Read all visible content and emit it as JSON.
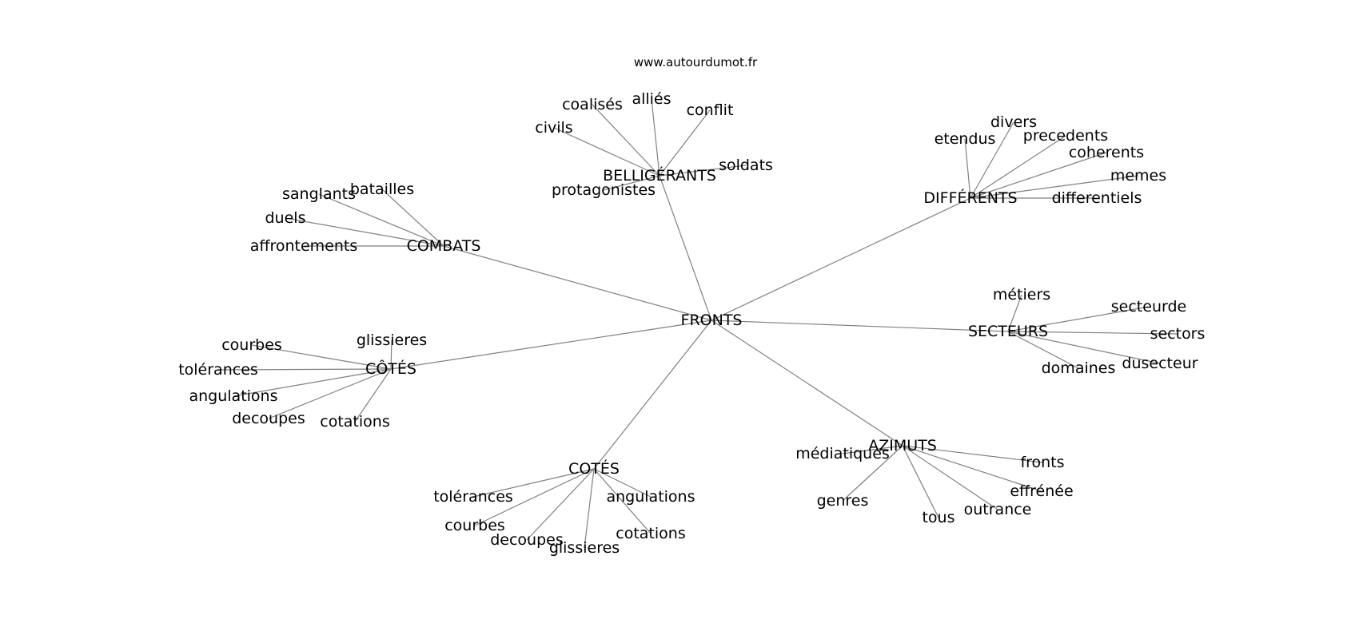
{
  "source_label": "www.autourdumot.fr",
  "edge_color": "#808080",
  "graph": {
    "root": "FRONTS",
    "groups": [
      {
        "name": "BELLIGÉRANTS",
        "words": [
          "civils",
          "coalisés",
          "alliés",
          "conflit",
          "soldats",
          "protagonistes"
        ]
      },
      {
        "name": "DIFFÉRENTS",
        "words": [
          "etendus",
          "divers",
          "precedents",
          "coherents",
          "memes",
          "differentiels"
        ]
      },
      {
        "name": "COMBATS",
        "words": [
          "sanglants",
          "batailles",
          "duels",
          "affrontements"
        ]
      },
      {
        "name": "SECTEURS",
        "words": [
          "métiers",
          "secteurde",
          "sectors",
          "dusecteur",
          "domaines"
        ]
      },
      {
        "name": "CÔTÉS",
        "words": [
          "courbes",
          "glissieres",
          "tolérances",
          "angulations",
          "decoupes",
          "cotations"
        ]
      },
      {
        "name": "AZIMUTS",
        "words": [
          "médiatiques",
          "fronts",
          "effrénée",
          "outrance",
          "tous",
          "genres"
        ]
      },
      {
        "name": "COTÉS",
        "words": [
          "tolérances",
          "angulations",
          "courbes",
          "decoupes",
          "glissieres",
          "cotations"
        ]
      }
    ]
  }
}
